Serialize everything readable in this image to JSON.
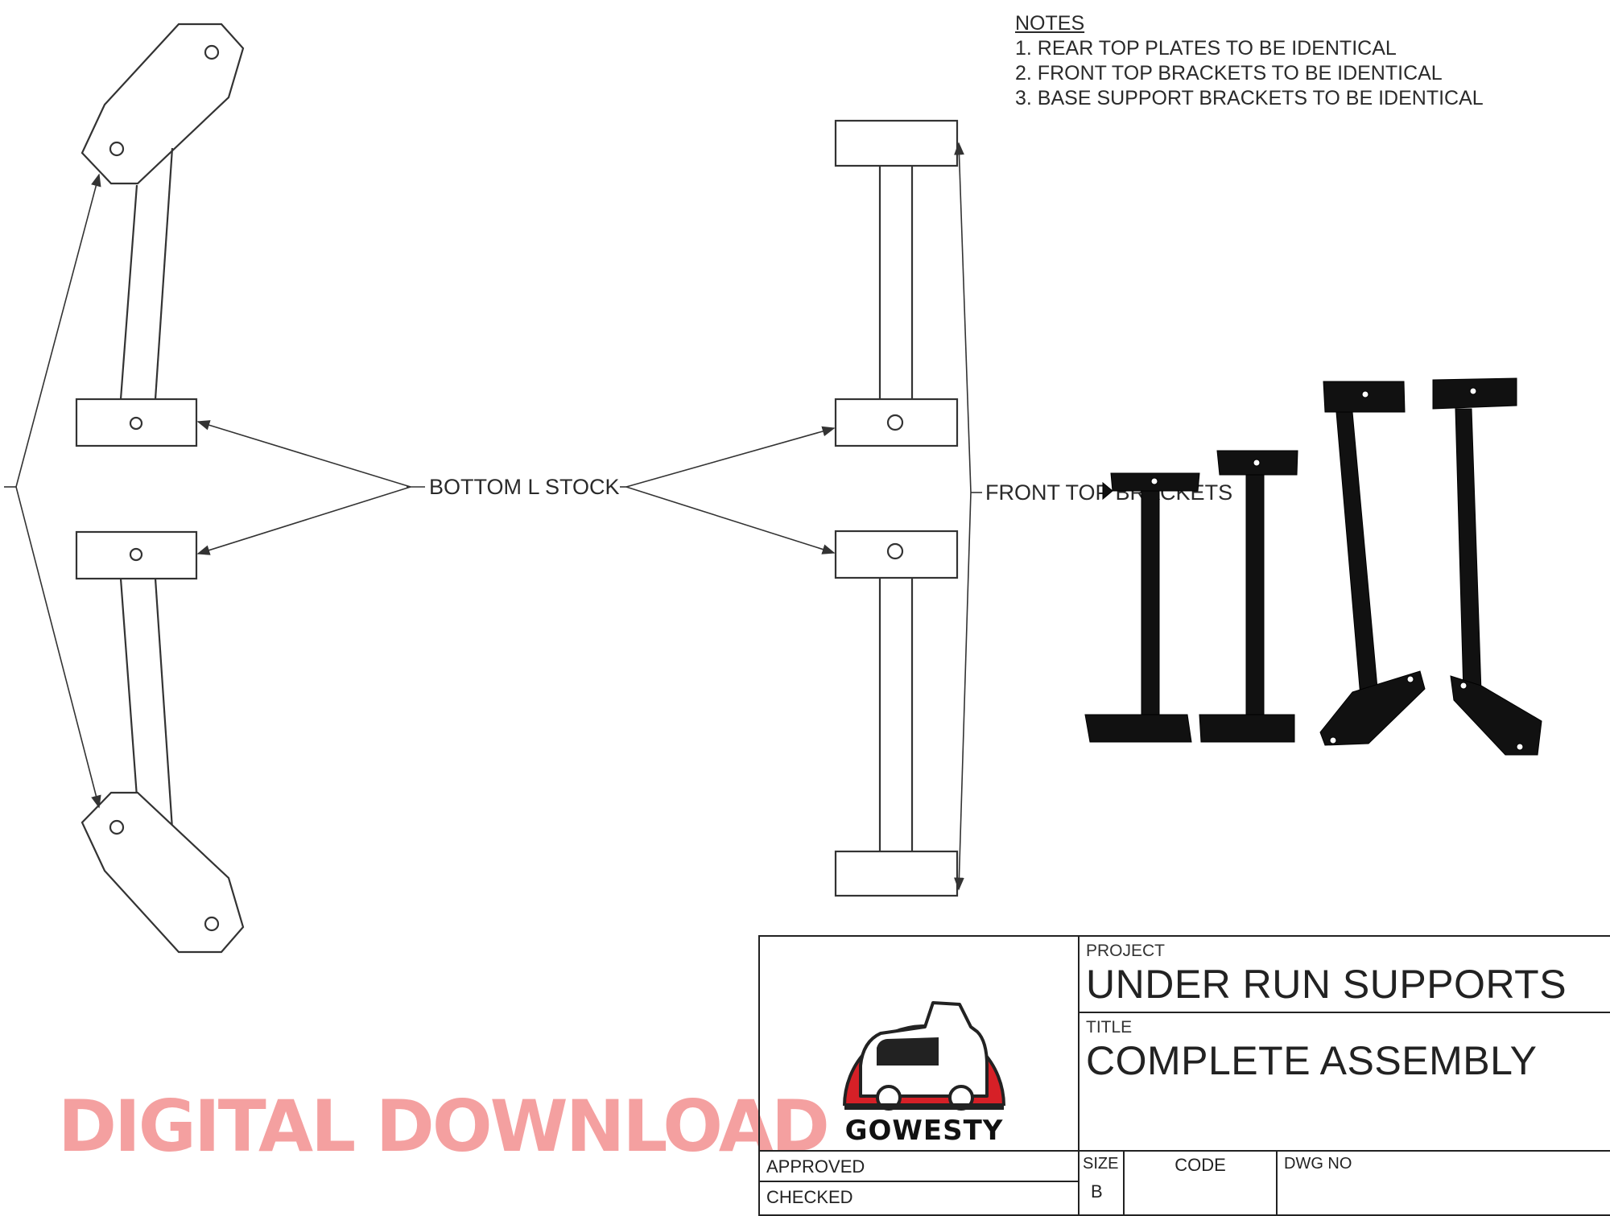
{
  "notes": {
    "heading": "NOTES",
    "items": [
      "1. REAR TOP PLATES TO BE IDENTICAL",
      "2. FRONT TOP BRACKETS TO BE IDENTICAL",
      "3. BASE SUPPORT BRACKETS TO BE IDENTICAL"
    ]
  },
  "callouts": {
    "bottom_l_stock": "BOTTOM L STOCK",
    "front_top": "FRONT TOP BRACKETS"
  },
  "promo": {
    "label": "DIGITAL DOWNLOAD",
    "color": "#f4a0a0"
  },
  "title_block": {
    "logo_text": "GOWESTY",
    "logo_color": "#d62027",
    "project_label": "PROJECT",
    "project": "UNDER RUN SUPPORTS",
    "title_label": "TITLE",
    "title": "COMPLETE ASSEMBLY",
    "approved_label": "APPROVED",
    "checked_label": "CHECKED",
    "size_label": "SIZE",
    "size": "B",
    "code_label": "CODE",
    "dwg_label": "DWG NO"
  },
  "icons": [
    "gowesty-van-logo-icon"
  ]
}
